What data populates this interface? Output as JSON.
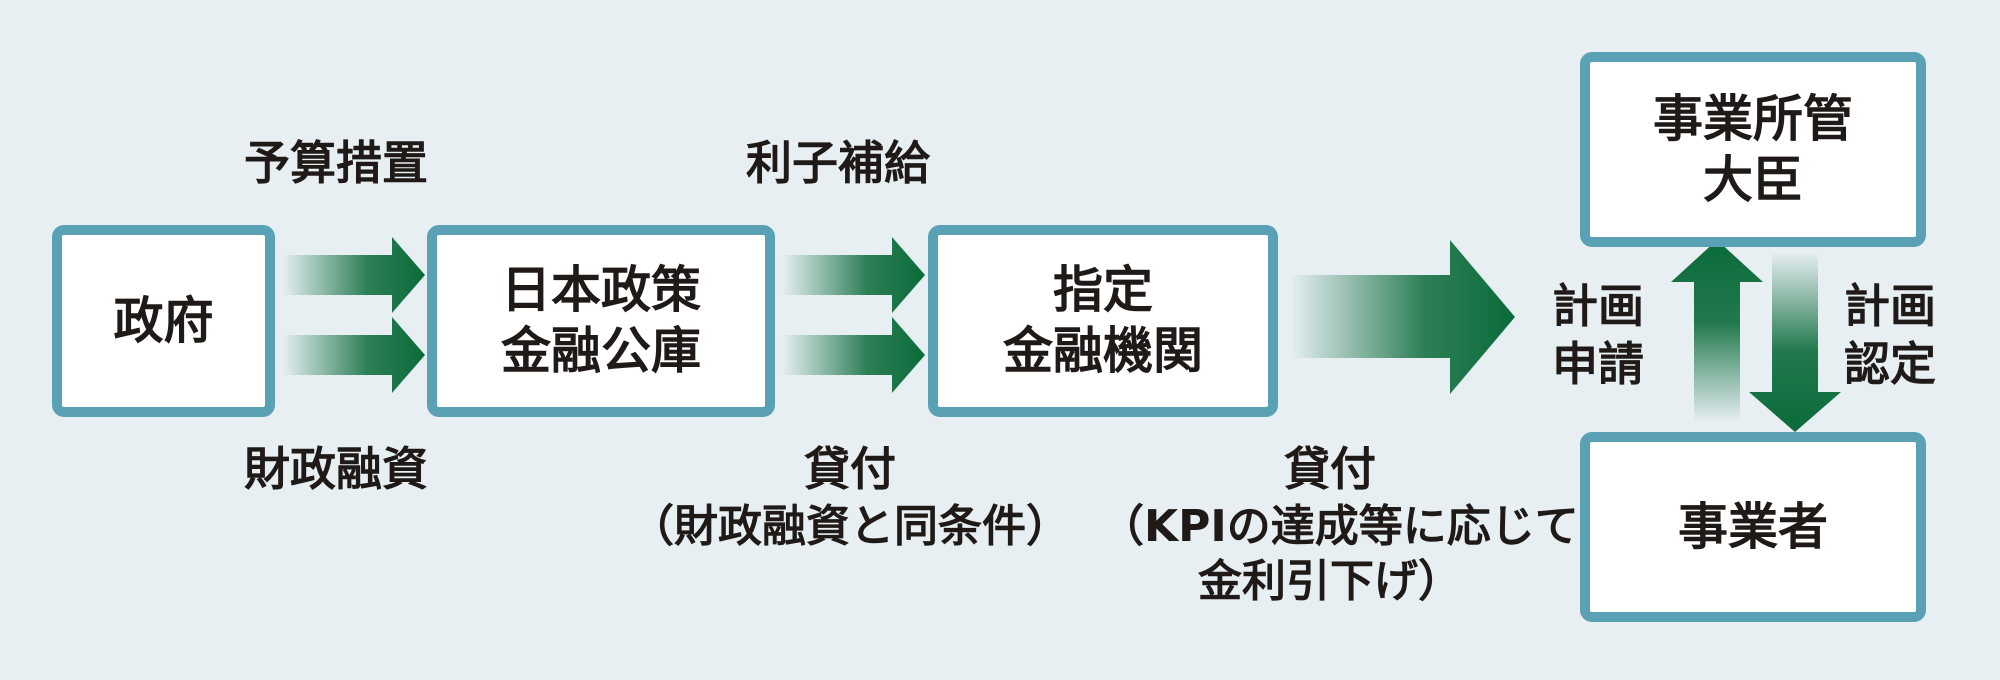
{
  "nodes": {
    "government": "政府",
    "jfc": [
      "日本政策",
      "金融公庫"
    ],
    "designated_bank": [
      "指定",
      "金融機関"
    ],
    "minister": [
      "事業所管",
      "大臣"
    ],
    "business": "事業者"
  },
  "labels": {
    "budget": "予算措置",
    "fiscal_loan": "財政融資",
    "interest_subsidy": "利子補給",
    "loan_1": "貸付",
    "loan_1_note": "（財政融資と同条件）",
    "loan_2": "貸付",
    "loan_2_note": [
      "（KPIの達成等に応じて",
      "金利引下げ）"
    ],
    "plan_application": [
      "計画",
      "申請"
    ],
    "plan_approval": [
      "計画",
      "認定"
    ]
  },
  "colors": {
    "background": "#e7eff3",
    "box_border": "#5aa1b5",
    "arrow": "#0b6b3a"
  }
}
